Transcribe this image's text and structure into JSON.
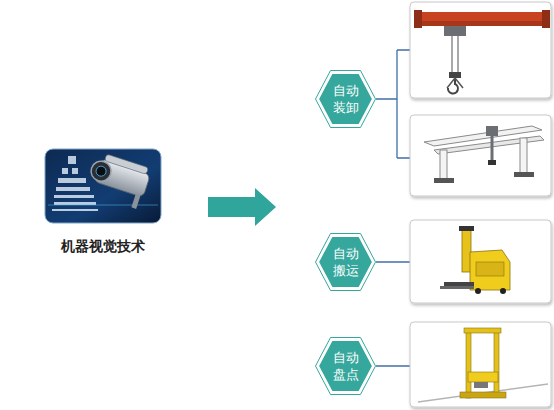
{
  "diagram": {
    "nodes": [
      {
        "text": [
          "机器视觉技术"
        ]
      },
      {
        "text": [
          "自动 装卸"
        ]
      },
      {
        "text": [
          "自动 搬运"
        ]
      },
      {
        "text": [
          "自动 盘点"
        ]
      }
    ]
  }
}
